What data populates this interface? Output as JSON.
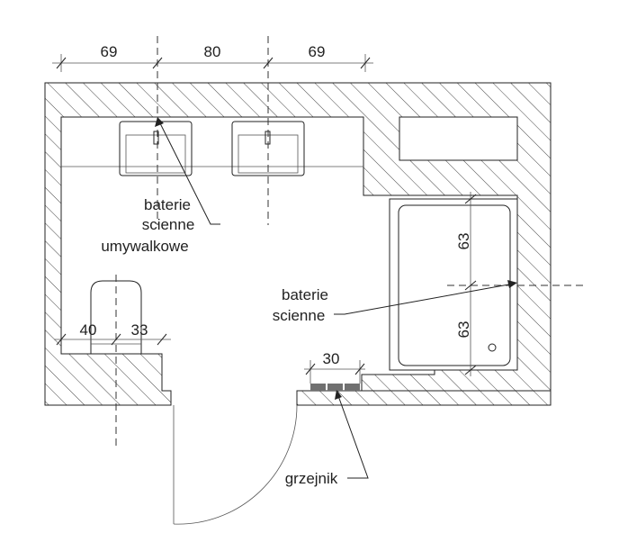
{
  "dimensions": {
    "top_left": "69",
    "top_middle": "80",
    "top_right": "69",
    "wc_left": "40",
    "wc_right": "33",
    "bath_upper": "63",
    "bath_lower": "63",
    "radiator": "30"
  },
  "labels": {
    "basin_mixers_line1": "baterie",
    "basin_mixers_line2": "scienne",
    "basin_mixers_line3": "umywalkowe",
    "bath_mixers_line1": "baterie",
    "bath_mixers_line2": "scienne",
    "radiator": "grzejnik"
  },
  "colors": {
    "line": "#222222",
    "radiator_fill": "#707070",
    "background": "#ffffff"
  }
}
